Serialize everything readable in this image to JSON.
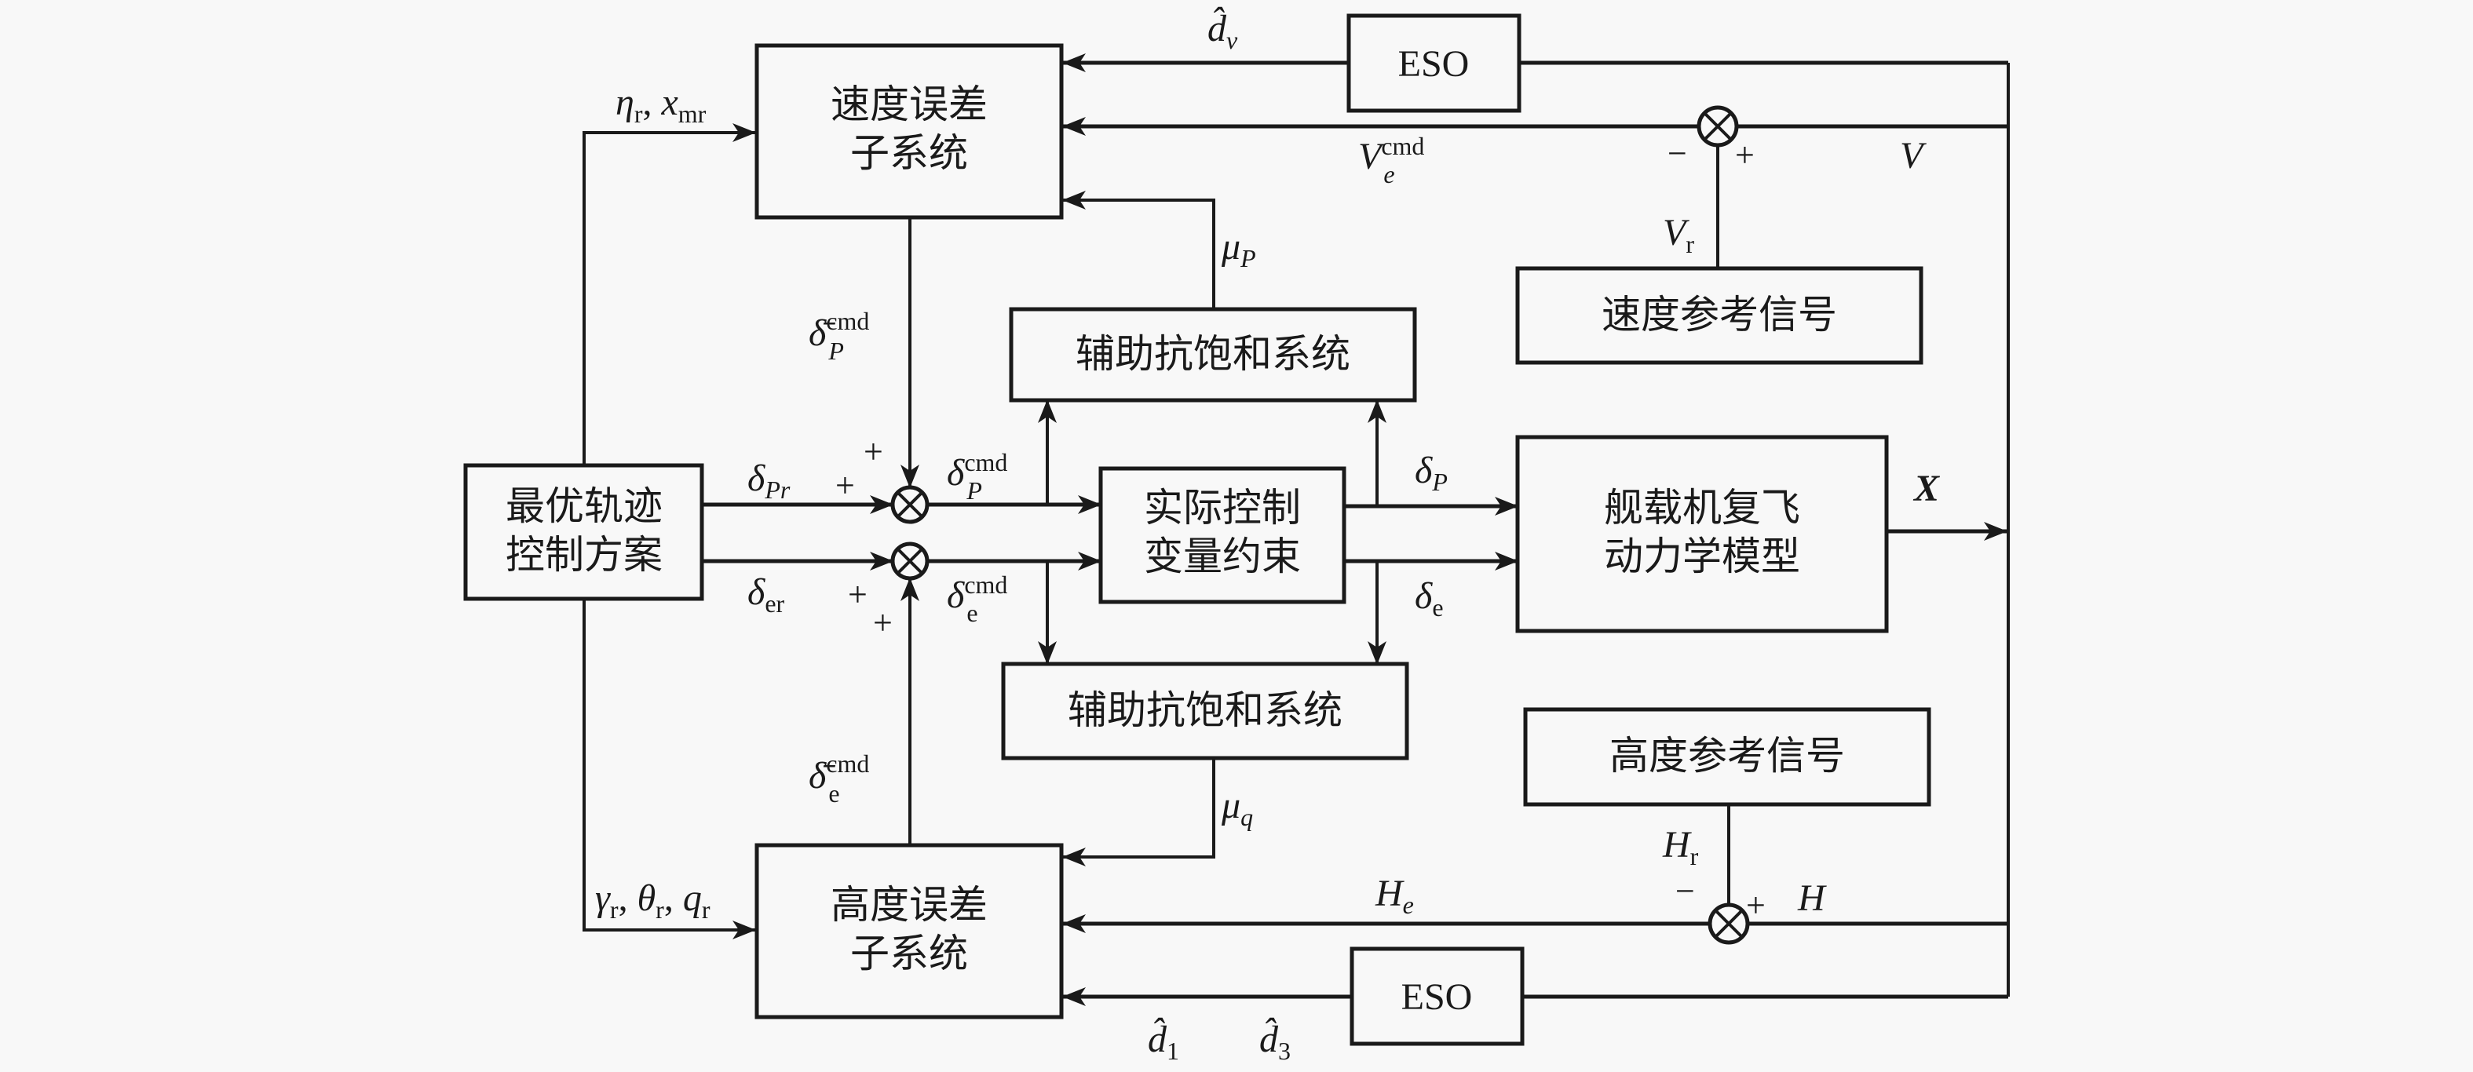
{
  "blocks": {
    "speed_error_subsystem": [
      "速度误差",
      "子系统"
    ],
    "height_error_subsystem": [
      "高度误差",
      "子系统"
    ],
    "eso_top": "ESO",
    "eso_bottom": "ESO",
    "speed_reference": "速度参考信号",
    "height_reference": "高度参考信号",
    "aux_antisat_top": "辅助抗饱和系统",
    "aux_antisat_bottom": "辅助抗饱和系统",
    "optimal_trajectory": [
      "最优轨迹",
      "控制方案"
    ],
    "actual_control_constraint": [
      "实际控制",
      "变量约束"
    ],
    "dynamics_model": [
      "舰载机复飞",
      "动力学模型"
    ]
  },
  "signals": {
    "d_v_hat": {
      "base": "d̂",
      "sub": "v"
    },
    "v_e_cmd": {
      "base": "V",
      "sub": "e",
      "sup": "cmd"
    },
    "v": "V",
    "v_r": {
      "base": "V",
      "sub": "r"
    },
    "mu_p": {
      "base": "μ",
      "sub": "P"
    },
    "mu_q": {
      "base": "μ",
      "sub": "q"
    },
    "eta_x": {
      "a": "η",
      "a_sub": "r",
      "sep": ", ",
      "b": "x",
      "b_sub": "mr"
    },
    "gamma_theta_q": {
      "a": "γ",
      "a_sub": "r",
      "b": "θ",
      "b_sub": "r",
      "c": "q",
      "c_sub": "r"
    },
    "delta_p_bar_cmd": {
      "base": "δ̄",
      "sub": "P",
      "sup": "cmd"
    },
    "delta_e_bar_cmd": {
      "base": "δ̄",
      "sub": "e",
      "sup": "cmd"
    },
    "delta_pr": {
      "base": "δ",
      "sub": "Pr"
    },
    "delta_er": {
      "base": "δ",
      "sub": "er"
    },
    "delta_p_cmd": {
      "base": "δ",
      "sub": "P",
      "sup": "cmd"
    },
    "delta_e_cmd": {
      "base": "δ",
      "sub": "e",
      "sup": "cmd"
    },
    "delta_p": {
      "base": "δ",
      "sub": "P"
    },
    "delta_e": {
      "base": "δ",
      "sub": "e"
    },
    "x_state": "X",
    "h_e": {
      "base": "H",
      "sub": "e"
    },
    "h": "H",
    "h_r": {
      "base": "H",
      "sub": "r"
    },
    "d1_hat": {
      "base": "d̂",
      "sub": "1"
    },
    "d3_hat": {
      "base": "d̂",
      "sub": "3"
    }
  },
  "signs": {
    "plus": "+",
    "minus": "−"
  }
}
